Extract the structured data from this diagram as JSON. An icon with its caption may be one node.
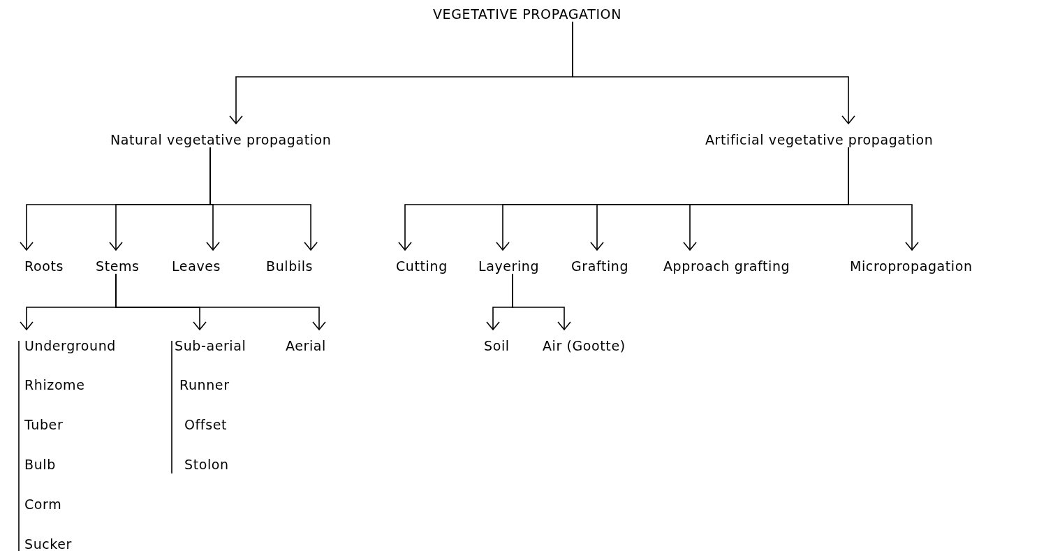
{
  "diagram": {
    "nodes": [
      {
        "text": [
          "VEGETATIVE PROPAGATION"
        ]
      },
      {
        "text": [
          "Natural vegetative propagation"
        ]
      },
      {
        "text": [
          "Artificial vegetative propagation"
        ]
      },
      {
        "text": [
          "Roots"
        ]
      },
      {
        "text": [
          "Stems"
        ]
      },
      {
        "text": [
          "Leaves"
        ]
      },
      {
        "text": [
          "Bulbils"
        ]
      },
      {
        "text": [
          "Cutting"
        ]
      },
      {
        "text": [
          "Layering"
        ]
      },
      {
        "text": [
          "Grafting"
        ]
      },
      {
        "text": [
          "Approach grafting"
        ]
      },
      {
        "text": [
          "Micropropagation"
        ]
      },
      {
        "text": [
          "Underground"
        ]
      },
      {
        "text": [
          "Sub-aerial"
        ]
      },
      {
        "text": [
          "Aerial"
        ]
      },
      {
        "text": [
          "Soil"
        ]
      },
      {
        "text": [
          "Air (Gootte)"
        ]
      },
      {
        "text": [
          "Rhizome"
        ]
      },
      {
        "text": [
          "Tuber"
        ]
      },
      {
        "text": [
          "Bulb"
        ]
      },
      {
        "text": [
          "Corm"
        ]
      },
      {
        "text": [
          "Sucker"
        ]
      },
      {
        "text": [
          "Runner"
        ]
      },
      {
        "text": [
          "Offset"
        ]
      },
      {
        "text": [
          "Stolon"
        ]
      }
    ],
    "edges": [
      {
        "from": 0,
        "to": 1,
        "arrow": "to"
      },
      {
        "from": 0,
        "to": 2,
        "arrow": "to"
      },
      {
        "from": 1,
        "to": 3,
        "arrow": "to"
      },
      {
        "from": 1,
        "to": 4,
        "arrow": "to"
      },
      {
        "from": 1,
        "to": 5,
        "arrow": "to"
      },
      {
        "from": 1,
        "to": 6,
        "arrow": "to"
      },
      {
        "from": 2,
        "to": 7,
        "arrow": "to"
      },
      {
        "from": 2,
        "to": 8,
        "arrow": "to"
      },
      {
        "from": 2,
        "to": 9,
        "arrow": "to"
      },
      {
        "from": 2,
        "to": 10,
        "arrow": "to"
      },
      {
        "from": 2,
        "to": 11,
        "arrow": "to"
      },
      {
        "from": 4,
        "to": 12,
        "arrow": "to"
      },
      {
        "from": 4,
        "to": 13,
        "arrow": "to"
      },
      {
        "from": 4,
        "to": 14,
        "arrow": "to"
      },
      {
        "from": 8,
        "to": 15,
        "arrow": "to"
      },
      {
        "from": 8,
        "to": 16,
        "arrow": "to"
      }
    ]
  }
}
